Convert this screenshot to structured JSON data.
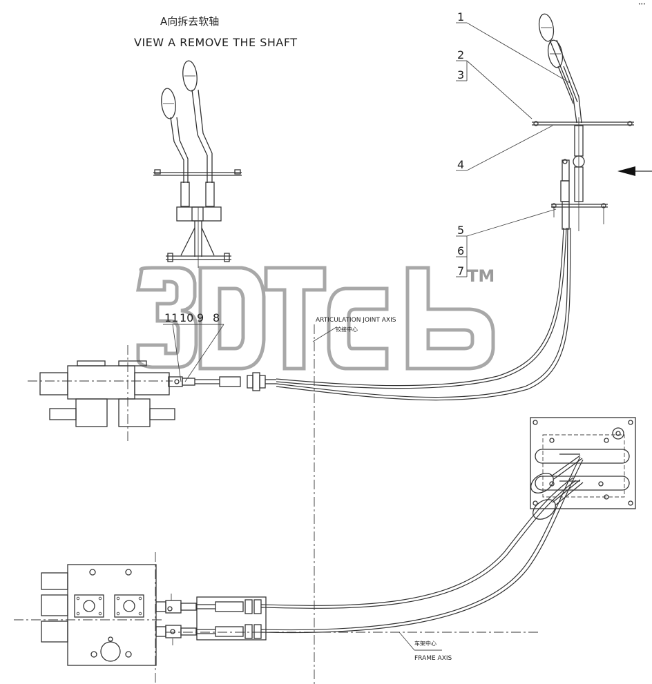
{
  "title_cn": "A向拆去软轴",
  "title_en": "VIEW A  REMOVE THE SHAFT",
  "watermark": {
    "text": "3DTcb",
    "tm": "TM"
  },
  "articulation": {
    "en": "ARTICULATION JOINT AXIS",
    "cn": "铰接中心"
  },
  "frame": {
    "en": "FRAME AXIS",
    "cn": "车架中心"
  },
  "callouts": {
    "c1": "1",
    "c2": "2",
    "c3": "3",
    "c4": "4",
    "c5": "5",
    "c6": "6",
    "c7": "7",
    "c11": "11",
    "c10": "10",
    "c9": "9",
    "c8": "8"
  },
  "corner_mark": "•••",
  "colors": {
    "line": "#333333",
    "watermark": "#a8a8a8",
    "background": "#ffffff"
  }
}
